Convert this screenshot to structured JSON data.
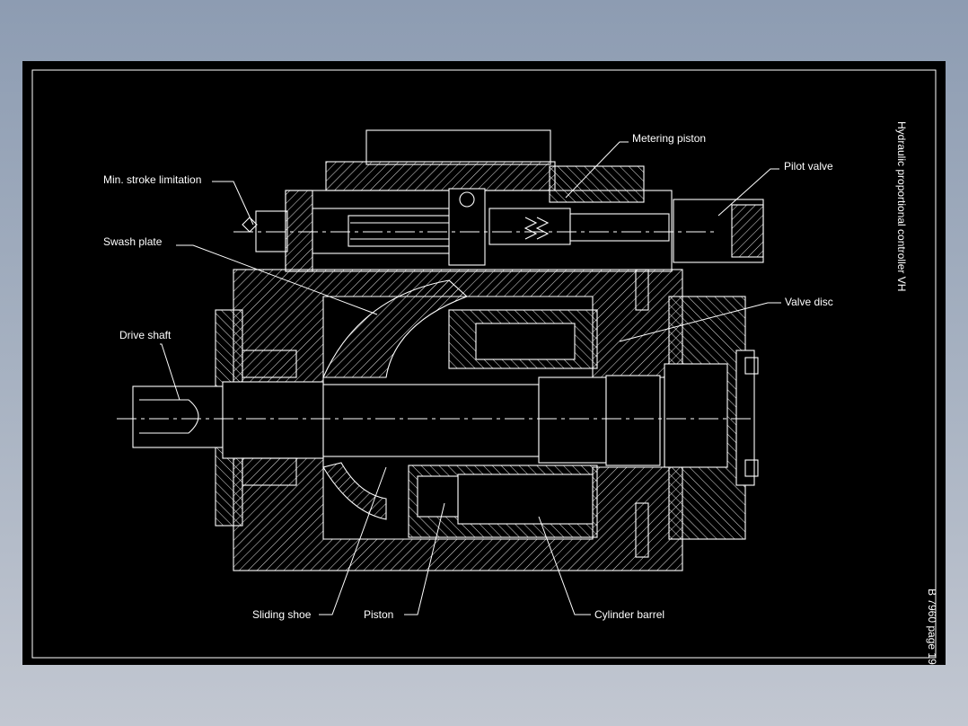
{
  "title": "Hydraulic proportional controller VH",
  "page_ref": "B 7960 page 19",
  "labels": {
    "metering_piston": "Metering piston",
    "pilot_valve": "Pilot valve",
    "min_stroke": "Min. stroke limitation",
    "swash_plate": "Swash plate",
    "valve_disc": "Valve disc",
    "drive_shaft": "Drive shaft",
    "sliding_shoe": "Sliding shoe",
    "piston": "Piston",
    "cylinder_barrel": "Cylinder barrel"
  },
  "colors": {
    "background": "#000000",
    "lines": "#ffffff",
    "window": "#8d9cb2"
  }
}
